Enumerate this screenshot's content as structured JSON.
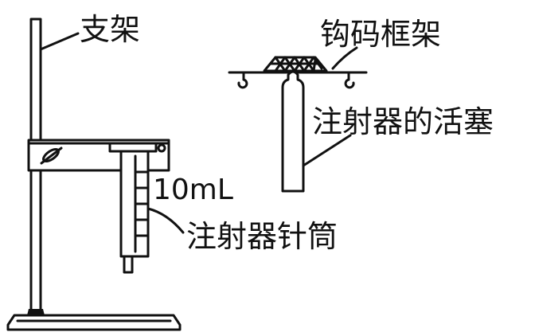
{
  "labels": {
    "stand": "支架",
    "weight_frame": "钩码框架",
    "plunger": "注射器的活塞",
    "capacity": "10mL",
    "barrel": "注射器针筒"
  }
}
